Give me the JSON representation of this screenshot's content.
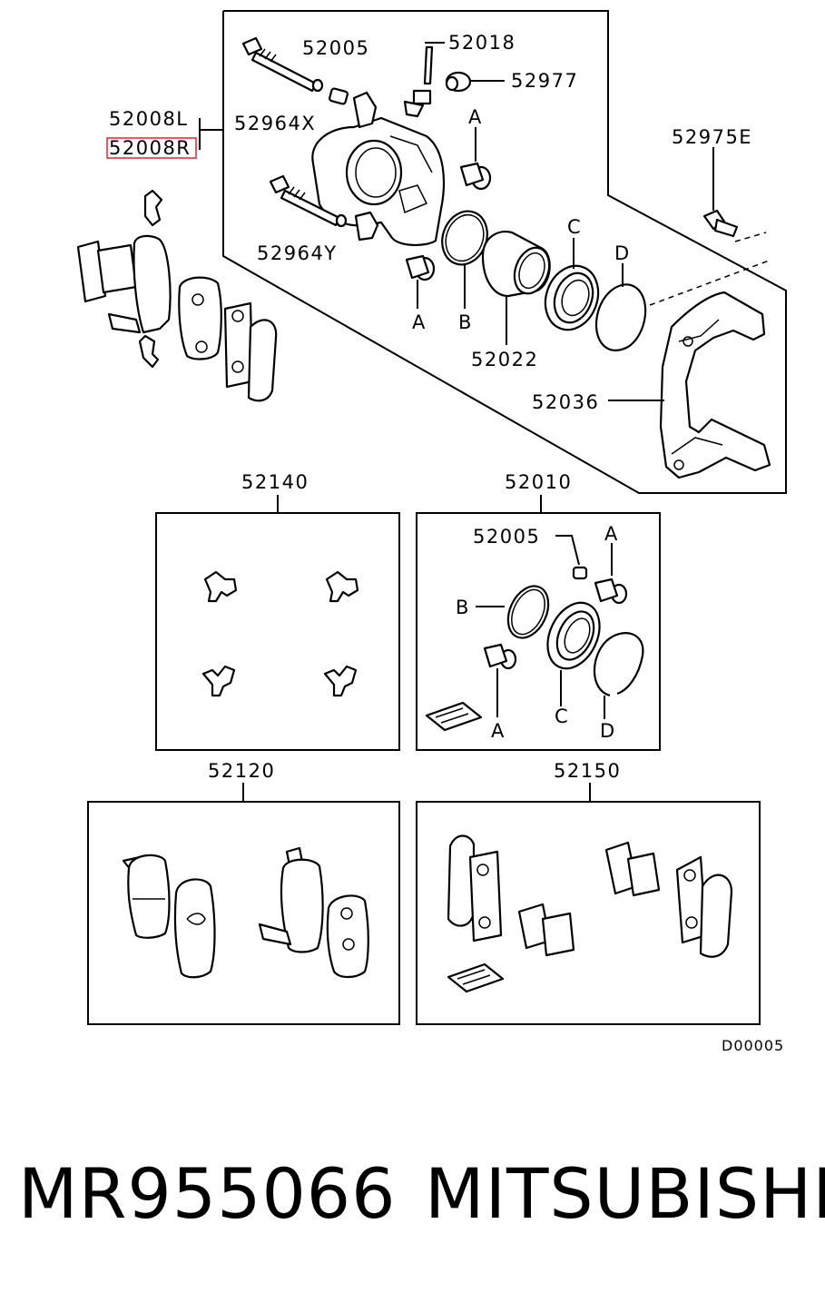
{
  "labels": {
    "p52005": "52005",
    "p52018": "52018",
    "p52977": "52977",
    "p52008L": "52008L",
    "p52008R": "52008R",
    "p52964X": "52964X",
    "p52975E": "52975E",
    "p52964Y": "52964Y",
    "p52022": "52022",
    "p52036": "52036",
    "A1": "A",
    "A2": "A",
    "B1": "B",
    "C1": "C",
    "D1": "D",
    "p52140": "52140",
    "p52010": "52010",
    "p52005b": "52005",
    "A3": "A",
    "B2": "B",
    "A4": "A",
    "C2": "C",
    "D2": "D",
    "p52120": "52120",
    "p52150": "52150",
    "code": "D00005"
  },
  "highlight_color": "#e0242c",
  "footer": {
    "part_number": "MR955066",
    "brand": "MITSUBISHI"
  }
}
